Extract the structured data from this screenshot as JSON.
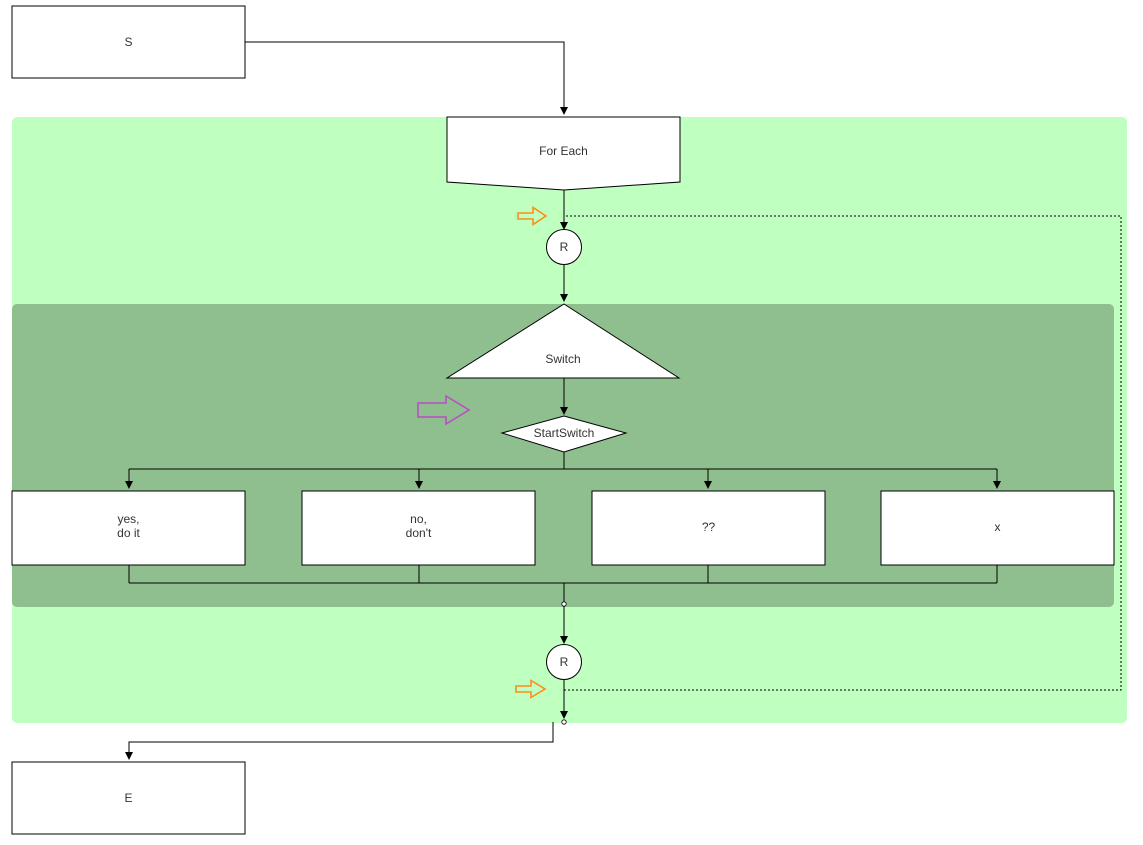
{
  "colors": {
    "outer_group_fill": "#bfffbf",
    "inner_group_fill": "#8fbf8f",
    "shape_fill": "#ffffff",
    "stroke": "#000000",
    "loop_arrow": "#ff8c1a",
    "switch_arrow": "#b84fc4"
  },
  "nodes": {
    "start": "S",
    "for_each": "For Each",
    "repeat_top": "R",
    "switch": "Switch",
    "start_switch": "StartSwitch",
    "case_yes_line1": "yes,",
    "case_yes_line2": "do it",
    "case_no_line1": "no,",
    "case_no_line2": "don't",
    "case_unknown": "??",
    "case_x": "x",
    "repeat_bottom": "R",
    "end": "E"
  },
  "icons": {
    "loop_entry": "arrow-right-outline-icon",
    "switch_entry": "arrow-right-outline-icon",
    "loop_exit": "arrow-right-outline-icon"
  }
}
